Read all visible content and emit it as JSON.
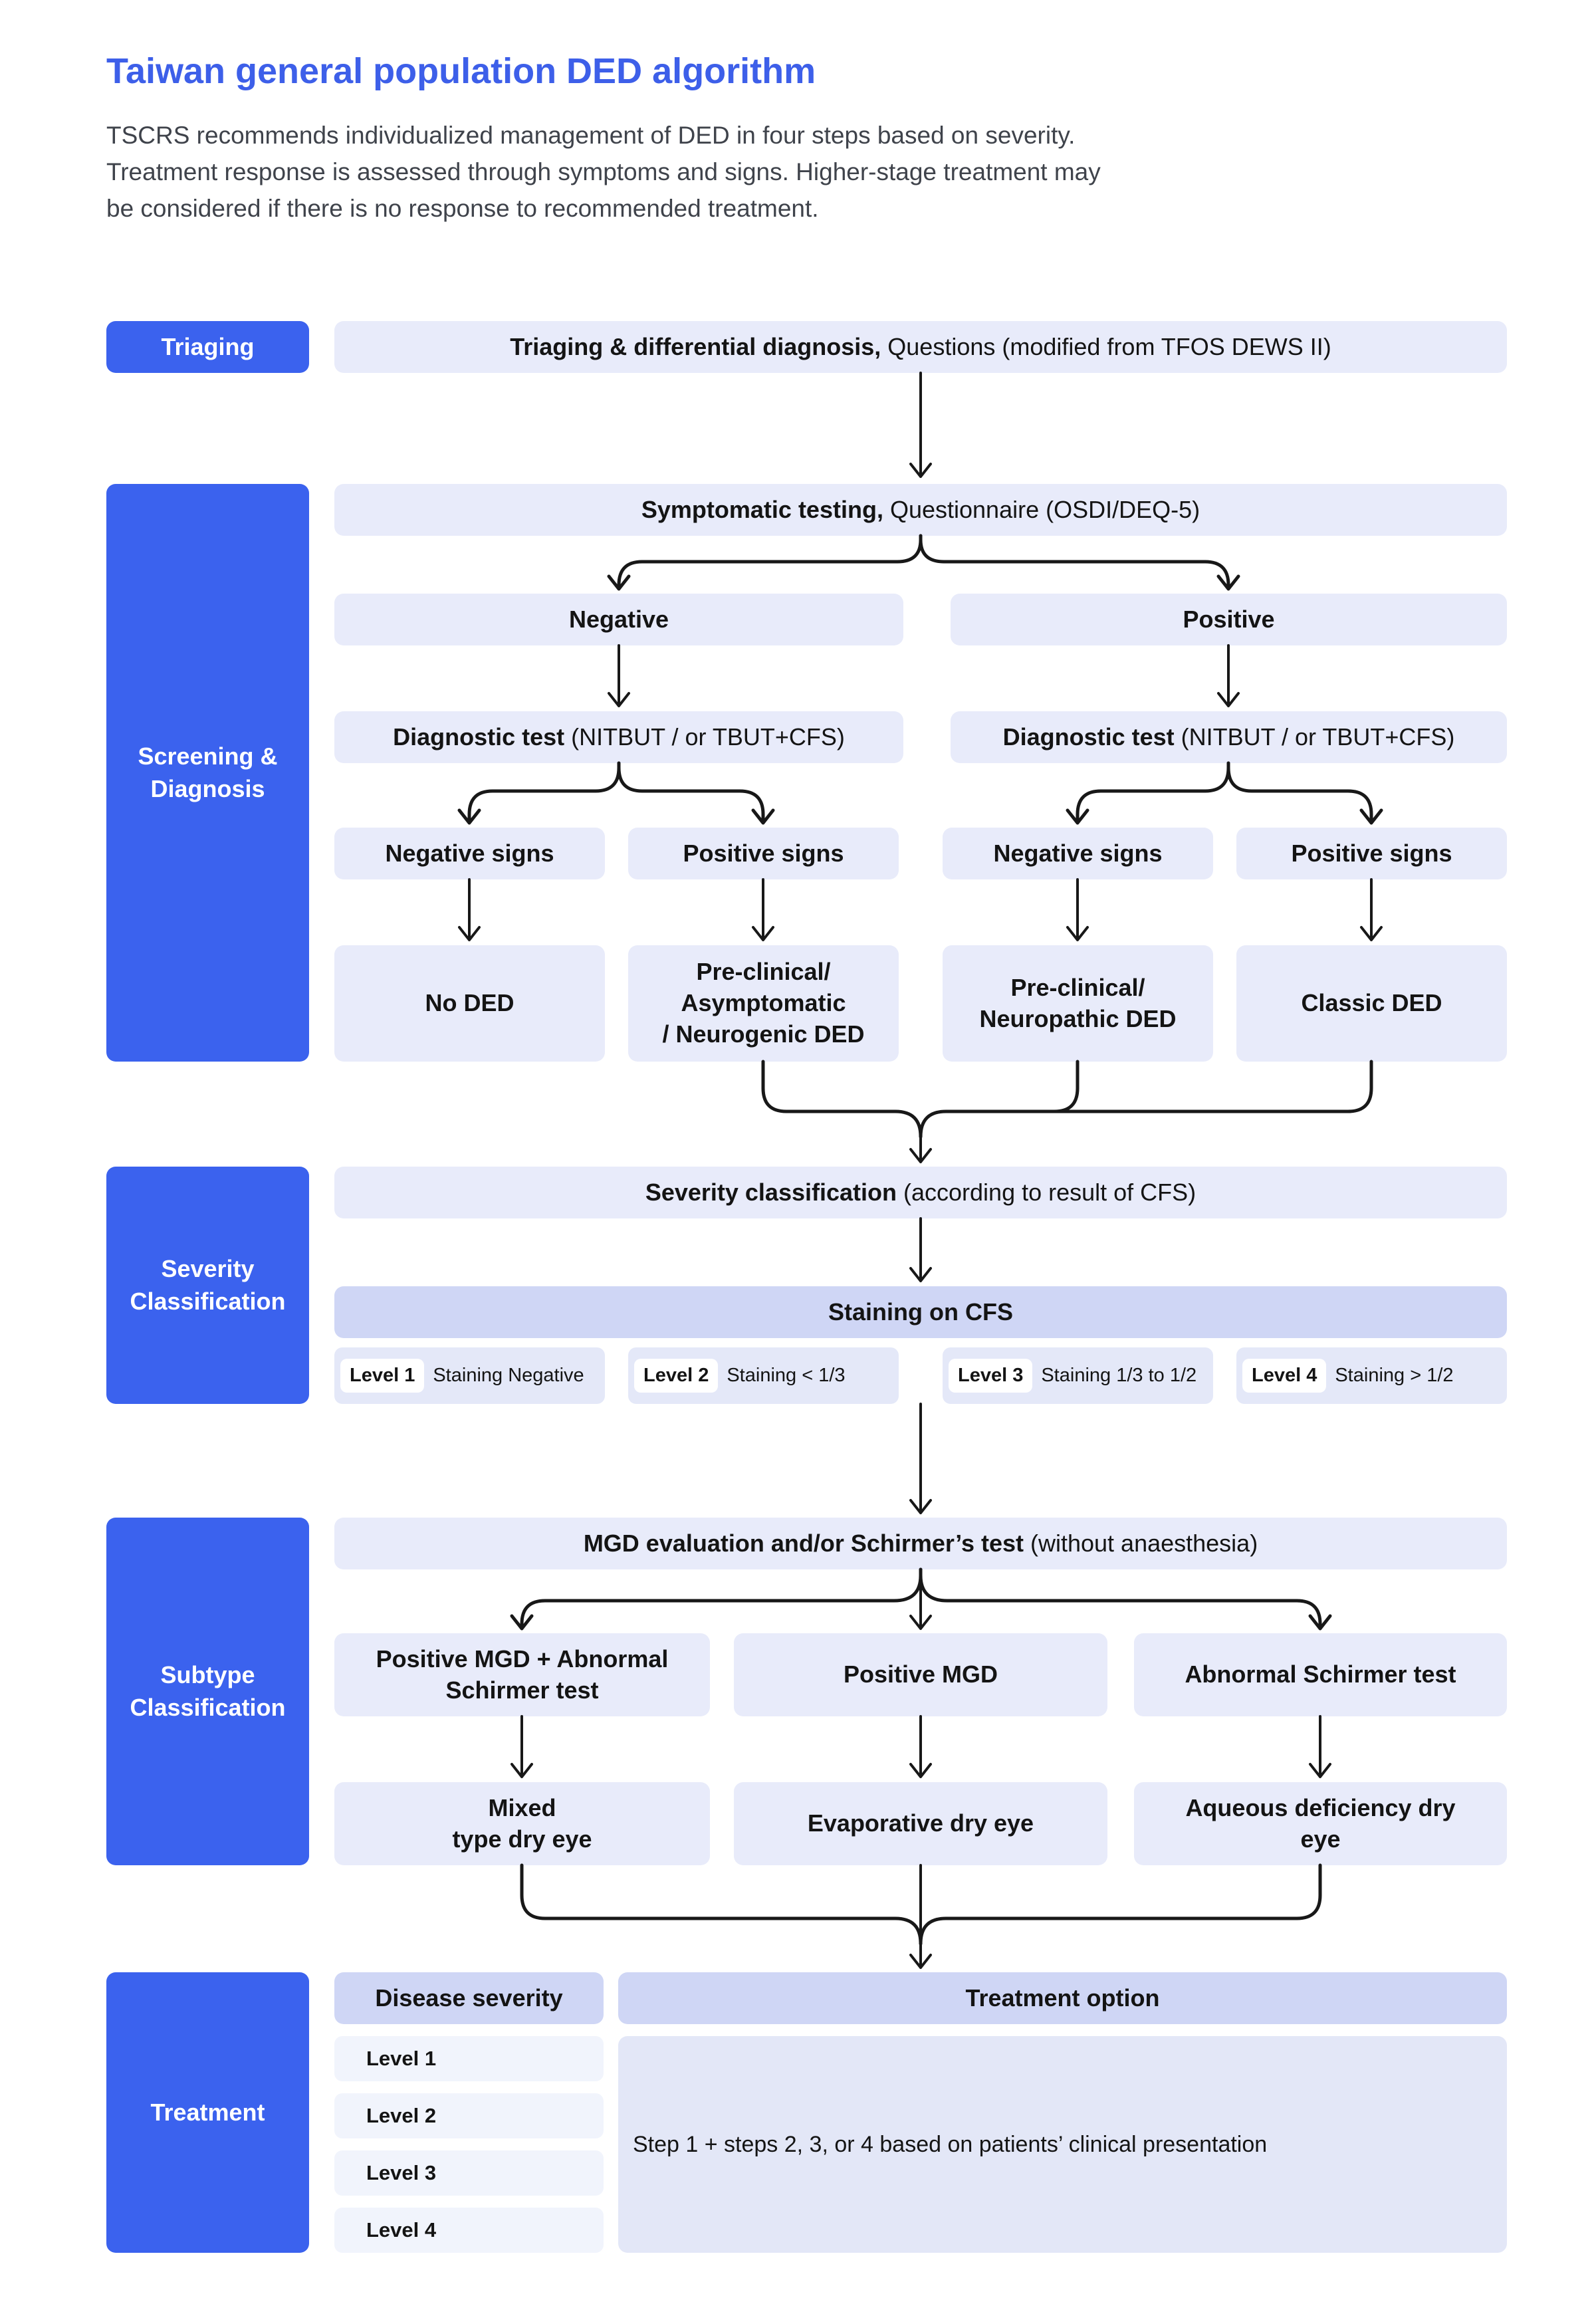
{
  "title": "Taiwan general population DED algorithm",
  "intro": "TSCRS recommends individualized management of DED in four steps based on severity.\nTreatment response is assessed through symptoms and signs. Higher-stage treatment may\nbe considered if there is no response to recommended treatment.",
  "stage_labels": {
    "triaging": "Triaging",
    "screening": "Screening &\nDiagnosis",
    "severity": "Severity\nClassification",
    "subtype": "Subtype\nClassification",
    "treatment": "Treatment"
  },
  "nodes": {
    "triage": {
      "bold": "Triaging & differential diagnosis,",
      "rest": " Questions (modified from TFOS DEWS II)"
    },
    "symptomatic": {
      "bold": "Symptomatic testing,",
      "rest": " Questionnaire (OSDI/DEQ-5)"
    },
    "question_negative": "Negative",
    "question_positive": "Positive",
    "diagnostic_left": {
      "bold": "Diagnostic test",
      "rest": " (NITBUT / or TBUT+CFS)"
    },
    "diagnostic_right": {
      "bold": "Diagnostic test",
      "rest": " (NITBUT / or TBUT+CFS)"
    },
    "signs": [
      "Negative signs",
      "Positive signs",
      "Negative signs",
      "Positive signs"
    ],
    "outcomes": [
      "No DED",
      "Pre-clinical/\nAsymptomatic\n/ Neurogenic DED",
      "Pre-clinical/\nNeuropathic DED",
      "Classic DED"
    ],
    "severity_classification": {
      "bold": "Severity classification",
      "rest": " (according to result of CFS)"
    },
    "staining_header": "Staining on CFS",
    "staining_levels": [
      {
        "chip": "Level 1",
        "text": "Staining Negative"
      },
      {
        "chip": "Level 2",
        "text": "Staining < 1/3"
      },
      {
        "chip": "Level 3",
        "text": "Staining 1/3 to 1/2"
      },
      {
        "chip": "Level 4",
        "text": "Staining > 1/2"
      }
    ],
    "mgd": {
      "bold": "MGD evaluation and/or Schirmer’s test",
      "rest": " (without anaesthesia)"
    },
    "subtypes": [
      "Positive MGD + Abnormal\nSchirmer test",
      "Positive MGD",
      "Abnormal Schirmer test"
    ],
    "dry_eye_types": [
      "Mixed\ntype dry eye",
      "Evaporative dry eye",
      "Aqueous deficiency  dry\neye"
    ],
    "treatment_table": {
      "col_severity": "Disease severity",
      "col_option": "Treatment option",
      "levels": [
        "Level 1",
        "Level 2",
        "Level 3",
        "Level 4"
      ],
      "step_note": "Step 1 + steps 2, 3, or 4 based on patients’ clinical presentation"
    }
  },
  "colors": {
    "accent_blue": "#3b62ee",
    "title_blue": "#3d5fe9",
    "box_light": "#e8ebfa",
    "box_medium": "#cfd6f5",
    "box_level": "#e4e8f8",
    "box_row_light": "#f1f4fc",
    "box_step": "#e3e7f7",
    "arrow": "#181818"
  }
}
